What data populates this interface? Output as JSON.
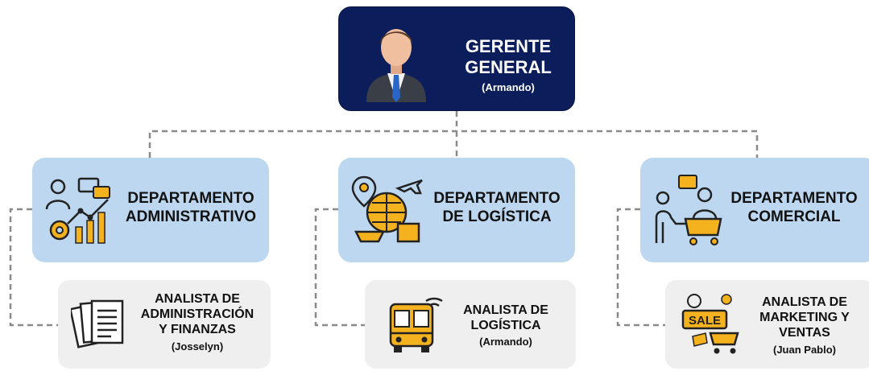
{
  "ceo": {
    "line1": "GERENTE",
    "line2": "GENERAL",
    "person": "(Armando)"
  },
  "departments": [
    {
      "line1": "DEPARTAMENTO",
      "line2": "ADMINISTRATIVO",
      "icon": "business-analytics-icon"
    },
    {
      "line1": "DEPARTAMENTO",
      "line2": "DE LOGÍSTICA",
      "icon": "global-logistics-icon"
    },
    {
      "line1": "DEPARTAMENTO",
      "line2": "COMERCIAL",
      "icon": "sales-customer-icon"
    }
  ],
  "analysts": [
    {
      "line1": "ANALISTA DE",
      "line2": "ADMINISTRACIÓN",
      "line3": "Y FINANZAS",
      "person": "(Josselyn)",
      "icon": "documents-icon"
    },
    {
      "line1": "ANALISTA DE",
      "line2": "LOGÍSTICA",
      "line3": "",
      "person": "(Armando)",
      "icon": "bus-icon"
    },
    {
      "line1": "ANALISTA DE",
      "line2": "MARKETING Y",
      "line3": "VENTAS",
      "person": "(Juan Pablo)",
      "icon": "sale-cart-icon"
    }
  ],
  "colors": {
    "ceo_bg": "#0b1e5b",
    "dept_bg": "#bcd7ef",
    "analyst_bg": "#efefef",
    "connector": "#8a8a8a",
    "icon_accent": "#f5b21f"
  }
}
